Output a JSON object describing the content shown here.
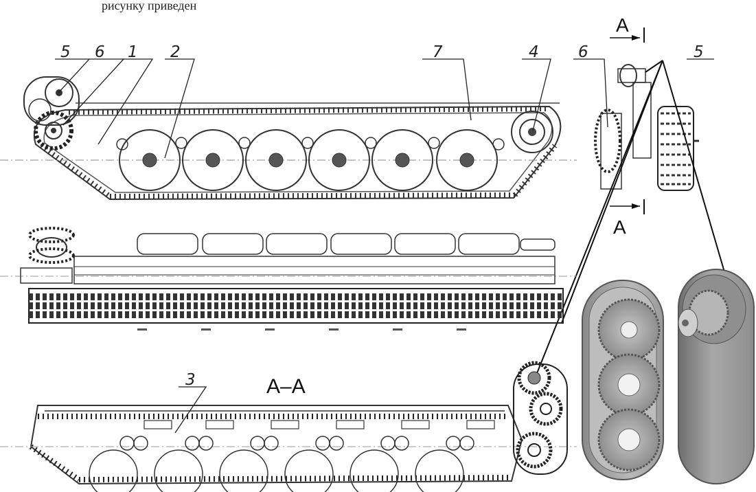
{
  "caption_fragment": "рисунку приведен",
  "callouts": {
    "c5a": "5",
    "c6a": "6",
    "c1": "1",
    "c2": "2",
    "c7": "7",
    "c4": "4",
    "c6b": "6",
    "c5b": "5",
    "c3": "3"
  },
  "section": {
    "mark_top": "A",
    "mark_bottom": "A",
    "view_title": "A–A"
  }
}
